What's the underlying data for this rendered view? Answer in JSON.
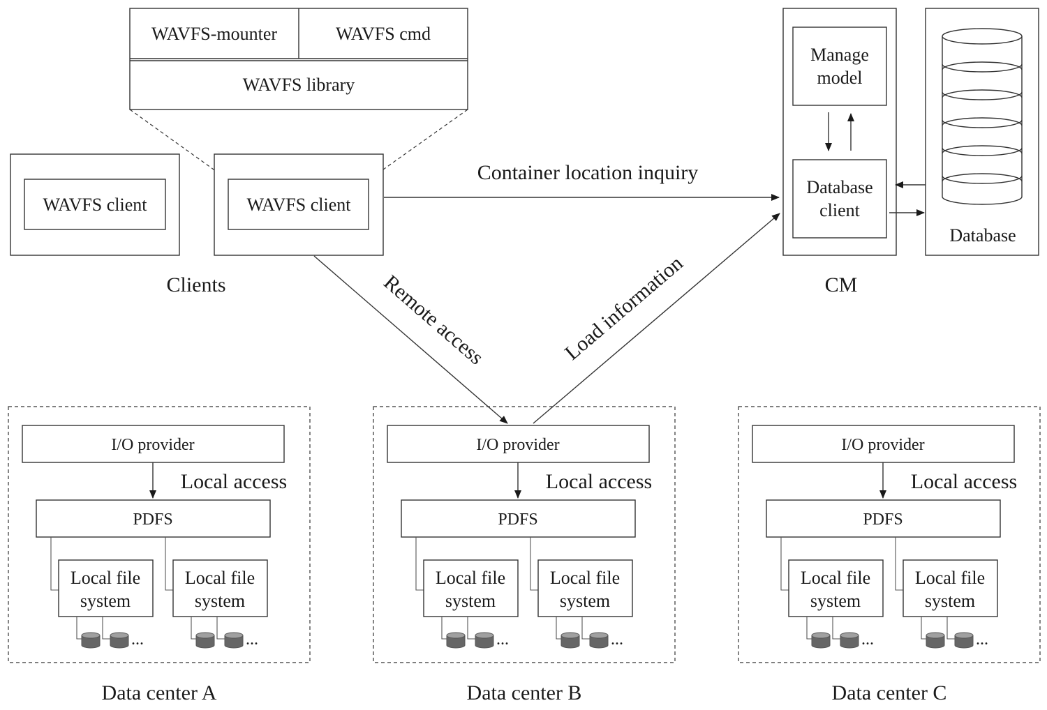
{
  "client_stack": {
    "mounter": "WAVFS-mounter",
    "cmd": "WAVFS cmd",
    "library": "WAVFS library"
  },
  "clients": {
    "client_a": "WAVFS client",
    "client_b": "WAVFS client",
    "caption": "Clients"
  },
  "cm": {
    "manage_model": [
      "Manage",
      "model"
    ],
    "database_client": [
      "Database",
      "client"
    ],
    "database": "Database",
    "caption": "CM"
  },
  "edges": {
    "container_location_inquiry": "Container location inquiry",
    "remote_access": "Remote access",
    "load_information": "Load information"
  },
  "data_centers": [
    {
      "caption": "Data center A",
      "io_provider": "I/O provider",
      "local_access": "Local access",
      "pdfs": "PDFS",
      "local_fs": [
        [
          "Local file",
          "system"
        ],
        [
          "Local file",
          "system"
        ]
      ],
      "ellipsis": "..."
    },
    {
      "caption": "Data center B",
      "io_provider": "I/O provider",
      "local_access": "Local access",
      "pdfs": "PDFS",
      "local_fs": [
        [
          "Local file",
          "system"
        ],
        [
          "Local file",
          "system"
        ]
      ],
      "ellipsis": "..."
    },
    {
      "caption": "Data center C",
      "io_provider": "I/O provider",
      "local_access": "Local access",
      "pdfs": "PDFS",
      "local_fs": [
        [
          "Local file",
          "system"
        ],
        [
          "Local file",
          "system"
        ]
      ],
      "ellipsis": "..."
    }
  ]
}
